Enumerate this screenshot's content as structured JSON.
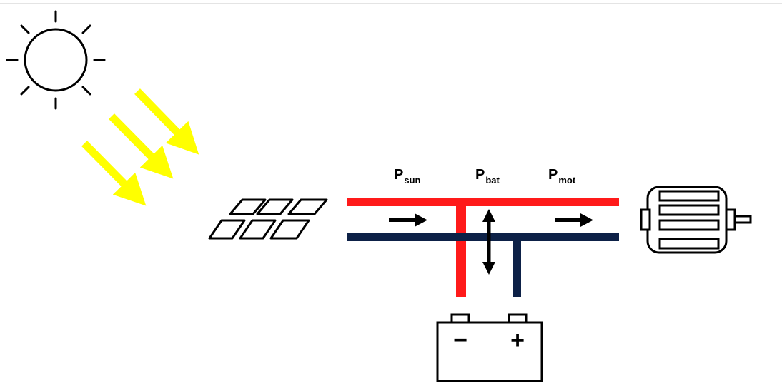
{
  "labels": {
    "p_sun": {
      "main": "P",
      "sub": "sun"
    },
    "p_bat": {
      "main": "P",
      "sub": "bat"
    },
    "p_mot": {
      "main": "P",
      "sub": "mot"
    }
  },
  "battery": {
    "negative": "−",
    "positive": "+"
  },
  "colors": {
    "positive_line": "#ff1a1a",
    "negative_line": "#0d2147",
    "sun_rays": "#ffff00",
    "outline": "#000000"
  },
  "icons": [
    "sun-icon",
    "solar-panel-icon",
    "battery-icon",
    "motor-icon"
  ]
}
